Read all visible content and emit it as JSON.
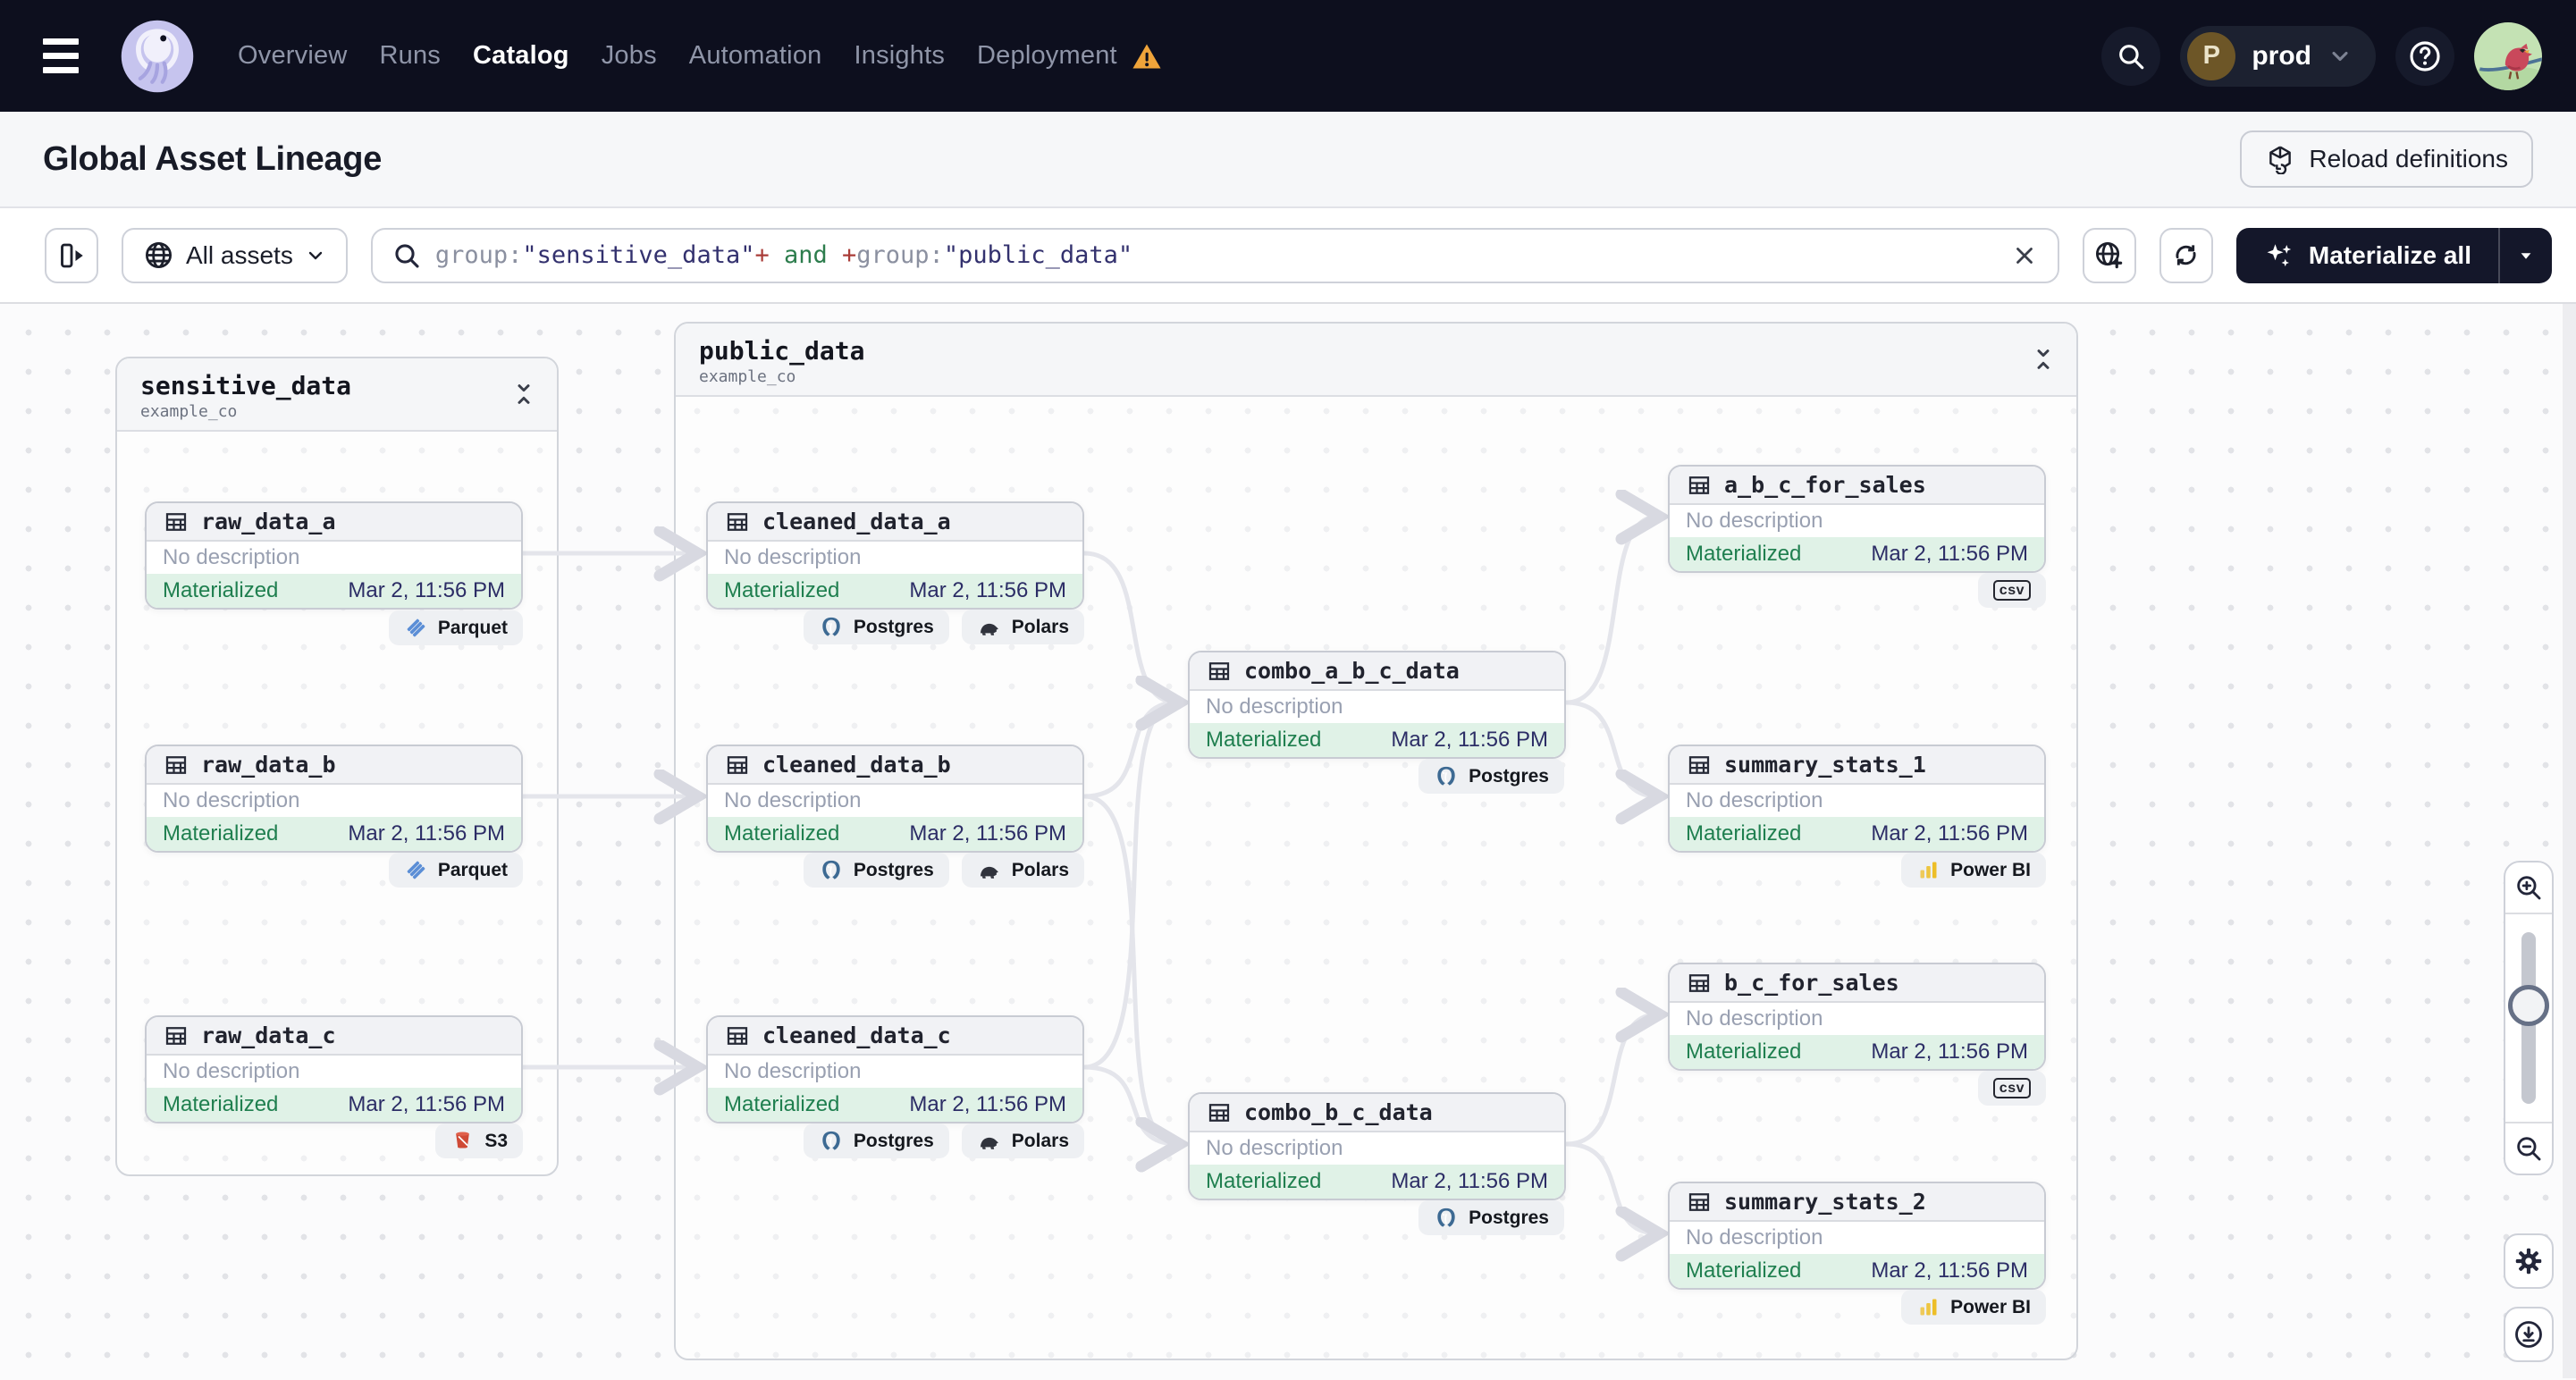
{
  "topnav": {
    "items": [
      {
        "label": "Overview"
      },
      {
        "label": "Runs"
      },
      {
        "label": "Catalog"
      },
      {
        "label": "Jobs"
      },
      {
        "label": "Automation"
      },
      {
        "label": "Insights"
      },
      {
        "label": "Deployment"
      }
    ],
    "active": "Catalog",
    "deployment_switcher": {
      "initial": "P",
      "name": "prod"
    }
  },
  "header": {
    "title": "Global Asset Lineage",
    "reload_button": "Reload definitions"
  },
  "toolbar": {
    "assets_filter_label": "All assets",
    "query": {
      "seg0": "group:",
      "seg1": "\"sensitive_data\"",
      "seg2": "+",
      "seg3": " and ",
      "seg4": "+",
      "seg5": "group:",
      "seg6": "\"public_data\""
    },
    "materialize_button": "Materialize all"
  },
  "graph": {
    "groups": [
      {
        "name": "sensitive_data",
        "repo": "example_co"
      },
      {
        "name": "public_data",
        "repo": "example_co"
      }
    ],
    "nodes": [
      {
        "title": "raw_data_a",
        "description": "No description",
        "status": "Materialized",
        "timestamp": "Mar 2, 11:56 PM",
        "badges": [
          "Parquet"
        ]
      },
      {
        "title": "raw_data_b",
        "description": "No description",
        "status": "Materialized",
        "timestamp": "Mar 2, 11:56 PM",
        "badges": [
          "Parquet"
        ]
      },
      {
        "title": "raw_data_c",
        "description": "No description",
        "status": "Materialized",
        "timestamp": "Mar 2, 11:56 PM",
        "badges": [
          "S3"
        ]
      },
      {
        "title": "cleaned_data_a",
        "description": "No description",
        "status": "Materialized",
        "timestamp": "Mar 2, 11:56 PM",
        "badges": [
          "Postgres",
          "Polars"
        ]
      },
      {
        "title": "cleaned_data_b",
        "description": "No description",
        "status": "Materialized",
        "timestamp": "Mar 2, 11:56 PM",
        "badges": [
          "Postgres",
          "Polars"
        ]
      },
      {
        "title": "cleaned_data_c",
        "description": "No description",
        "status": "Materialized",
        "timestamp": "Mar 2, 11:56 PM",
        "badges": [
          "Postgres",
          "Polars"
        ]
      },
      {
        "title": "combo_a_b_c_data",
        "description": "No description",
        "status": "Materialized",
        "timestamp": "Mar 2, 11:56 PM",
        "badges": [
          "Postgres"
        ]
      },
      {
        "title": "combo_b_c_data",
        "description": "No description",
        "status": "Materialized",
        "timestamp": "Mar 2, 11:56 PM",
        "badges": [
          "Postgres"
        ]
      },
      {
        "title": "a_b_c_for_sales",
        "description": "No description",
        "status": "Materialized",
        "timestamp": "Mar 2, 11:56 PM",
        "badges": [
          "csv"
        ]
      },
      {
        "title": "summary_stats_1",
        "description": "No description",
        "status": "Materialized",
        "timestamp": "Mar 2, 11:56 PM",
        "badges": [
          "Power BI"
        ]
      },
      {
        "title": "b_c_for_sales",
        "description": "No description",
        "status": "Materialized",
        "timestamp": "Mar 2, 11:56 PM",
        "badges": [
          "csv"
        ]
      },
      {
        "title": "summary_stats_2",
        "description": "No description",
        "status": "Materialized",
        "timestamp": "Mar 2, 11:56 PM",
        "badges": [
          "Power BI"
        ]
      }
    ],
    "edges": [
      {
        "from": "raw_data_a",
        "to": "cleaned_data_a"
      },
      {
        "from": "raw_data_b",
        "to": "cleaned_data_b"
      },
      {
        "from": "raw_data_c",
        "to": "cleaned_data_c"
      },
      {
        "from": "cleaned_data_a",
        "to": "combo_a_b_c_data"
      },
      {
        "from": "cleaned_data_b",
        "to": "combo_a_b_c_data"
      },
      {
        "from": "cleaned_data_c",
        "to": "combo_a_b_c_data"
      },
      {
        "from": "cleaned_data_b",
        "to": "combo_b_c_data"
      },
      {
        "from": "cleaned_data_c",
        "to": "combo_b_c_data"
      },
      {
        "from": "combo_a_b_c_data",
        "to": "a_b_c_for_sales"
      },
      {
        "from": "combo_a_b_c_data",
        "to": "summary_stats_1"
      },
      {
        "from": "combo_b_c_data",
        "to": "b_c_for_sales"
      },
      {
        "from": "combo_b_c_data",
        "to": "summary_stats_2"
      }
    ],
    "colors": {
      "edge": "#e4e5eb",
      "status_bg": "#e0f2e7",
      "status_text": "#1f7f4f",
      "timestamp_text": "#2c2d66",
      "topbar_bg": "#0d0f1e",
      "accent_warning": "#efa43a"
    }
  }
}
